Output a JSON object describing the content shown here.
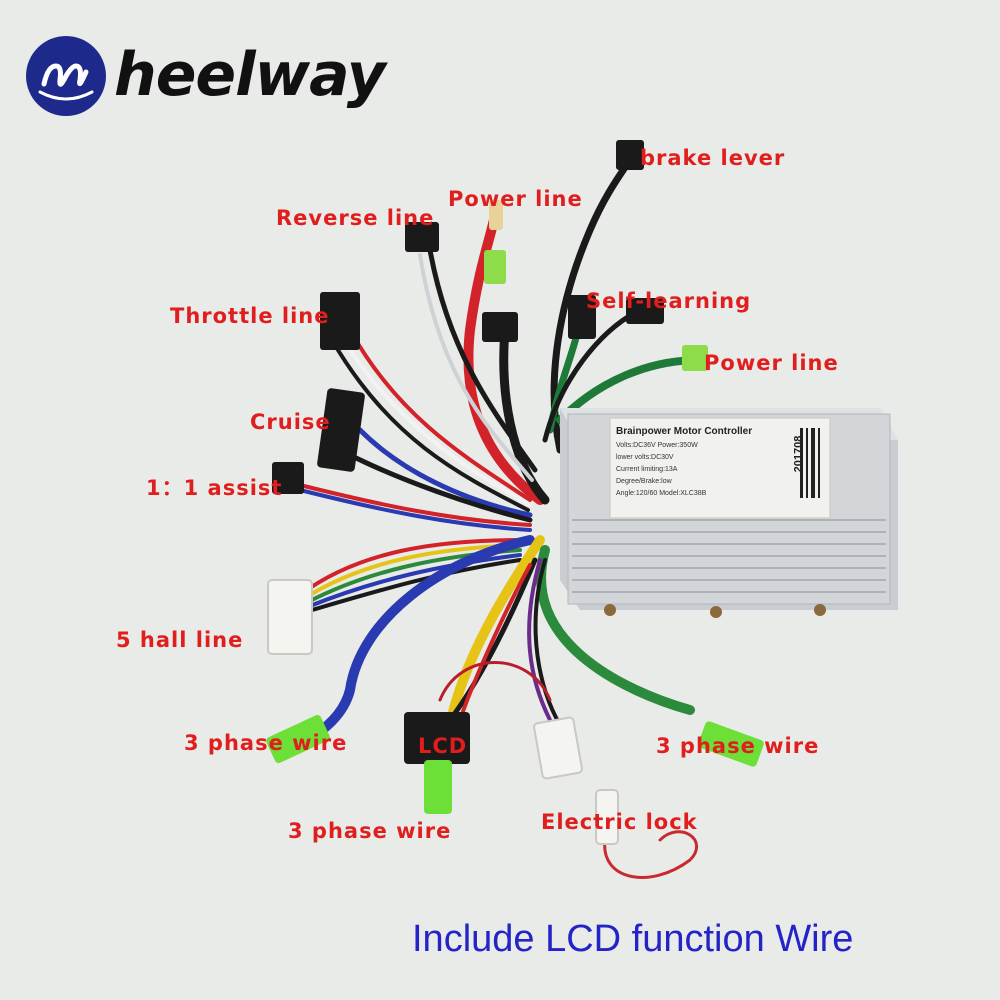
{
  "logo": {
    "text": "heelway"
  },
  "labels": {
    "brake_lever": "brake lever",
    "power_line_top": "Power line",
    "reverse_line": "Reverse line",
    "self_learning": "Self-learning",
    "throttle_line": "Throttle line",
    "power_line_right": "Power line",
    "cruise": "Cruise",
    "one_one_assist": "1：1 assist",
    "five_hall_line": "5 hall line",
    "three_phase_left": "3 phase wire",
    "lcd": "LCD",
    "three_phase_right": "3 phase wire",
    "three_phase_bottom": "3 phase wire",
    "electric_lock": "Electric lock"
  },
  "caption": "Include LCD function Wire",
  "controller": {
    "title": "Brainpower Motor Controller",
    "line1": "Volts:DC36V   Power:350W",
    "line2": "lower volts:DC30V",
    "line3": "Current limiting:13A",
    "line4": "Degree/Brake:low",
    "line5": "Angle:120/60  Model:XLC38B",
    "serial": "201708"
  },
  "colors": {
    "label_red": "#e01e1e",
    "caption_blue": "#2323c8",
    "logo_blue": "#1d2a8c",
    "background": "#e9ebe8"
  }
}
